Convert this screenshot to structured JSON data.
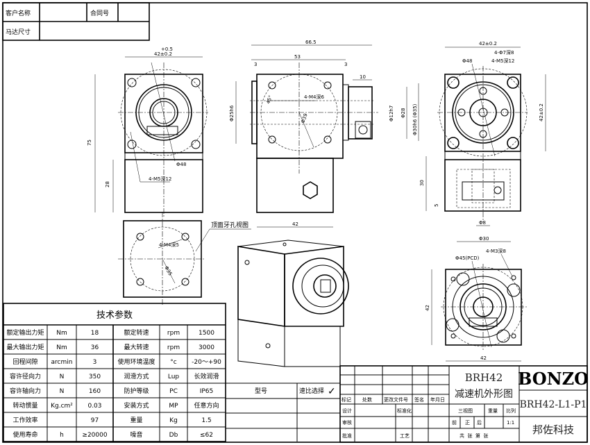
{
  "header": {
    "customer_label": "客户名称",
    "customer_value": "",
    "contract_label": "合同号",
    "contract_value": "",
    "motor_label": "马达尺寸",
    "motor_value": ""
  },
  "drawing": {
    "top_hole_view_label": "顶面牙孔视图",
    "dims": {
      "front_width": "42±0.2",
      "front_width_tol": "+0.5",
      "front_height": "75",
      "front_lower": "28",
      "front_bore": "Φ48",
      "front_thread": "4-M5深12",
      "side_overall": "66.5",
      "side_body": "53",
      "side_left": "3",
      "side_right": "3",
      "side_shaft": "10",
      "side_flange": "Φ25h6",
      "side_thread": "4-M4深6",
      "side_angle": "45°",
      "side_pcd": "Φ39",
      "side_shaft_dia": "Φ12h7",
      "side_shaft_b": "Φ28",
      "side_shaft_c": "Φ30h6 (Φ35)",
      "side_bottom": "42",
      "right_width": "42±0.2",
      "right_holes": "4-Φ7深8",
      "right_thread": "4-M5深12",
      "right_bore": "Φ48",
      "right_height": "42±0.2",
      "right_lower": "30",
      "right_step": "5",
      "right_d8": "Φ8",
      "right_d30": "Φ30",
      "top_thread": "4-M4深5",
      "top_pcd": "Φ35",
      "bottom_pcd": "Φ45(PCD)",
      "bottom_thread": "4-M3深8",
      "bottom_h": "42",
      "bottom_w": "42"
    }
  },
  "tech_params": {
    "title": "技术参数",
    "rows": [
      [
        "额定输出力矩",
        "Nm",
        "18",
        "额定转速",
        "rpm",
        "1500"
      ],
      [
        "最大输出力矩",
        "Nm",
        "36",
        "最大转速",
        "rpm",
        "3000"
      ],
      [
        "回程间隙",
        "arcmin",
        "3",
        "使用环境温度",
        "°c",
        "-20～+90"
      ],
      [
        "容许径向力",
        "N",
        "350",
        "润滑方式",
        "Lup",
        "长效润滑"
      ],
      [
        "容许轴向力",
        "N",
        "160",
        "防护等级",
        "PC",
        "IP65"
      ],
      [
        "转动惯量",
        "Kg.cm²",
        "0.03",
        "安装方式",
        "MP",
        "任意方向"
      ],
      [
        "工作效率",
        "",
        "97",
        "重量",
        "Kg",
        "1.5"
      ],
      [
        "使用寿命",
        "h",
        "≥20000",
        "噪音",
        "Db",
        "≤62"
      ]
    ]
  },
  "model_table": {
    "model_label": "型号",
    "ratio_label": "速比选择",
    "check_mark": "✓"
  },
  "title_block": {
    "mark": "标记",
    "count": "处数",
    "change_doc": "更改文件号",
    "signature": "签名",
    "date": "年月日",
    "design": "设计",
    "standardize": "标准化",
    "review": "审核",
    "approve": "批准",
    "process": "工艺",
    "product": "BRH42",
    "drawing_name": "减速机外形图",
    "three_view": "三视图",
    "weight": "重量",
    "scale": "比列",
    "front": "前",
    "main": "正",
    "back": "后",
    "scale_value": "1:1",
    "sheets": "共  张  第  张",
    "brand": "BONZO",
    "code": "BRH42-L1-P1",
    "company": "邦佐科技"
  }
}
